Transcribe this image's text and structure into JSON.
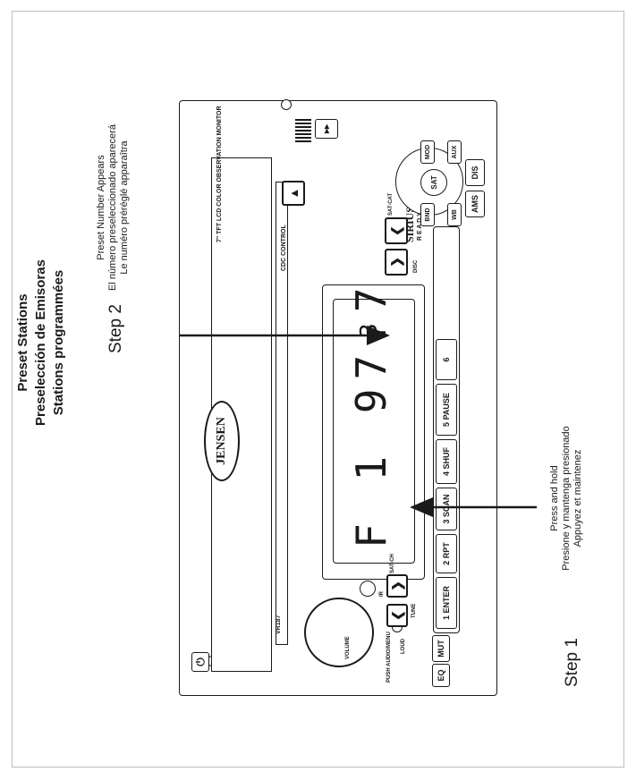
{
  "title": {
    "line1": "Preset Stations",
    "line2": "Preselección de Emisoras",
    "line3": "Stations programmées"
  },
  "step1": {
    "label": "Step 1",
    "caption_en": "Press and hold",
    "caption_es": "Presione y mantenga presionado",
    "caption_fr": "Appuyez et maintenez"
  },
  "step2": {
    "label": "Step 2",
    "caption_en": "Preset Number Appears",
    "caption_es": "El número preseleccionado aparecerá",
    "caption_fr": "Le numéro préréglé apparaîtra"
  },
  "radio": {
    "brand": "JENSEN",
    "model": "VR187",
    "monitor_label": "7\" TFT LCD COLOR OBSERVATION MONITOR",
    "cdc_control": "CDC CONTROL",
    "lcd_text": "F 1 97.7",
    "lcd_preset": "3",
    "volume_label": "VOLUME",
    "push_label": "PUSH AUDIO/MENU",
    "loud_label": "LOUD",
    "sat_ch": "SAT-CH",
    "tune": "TUNE",
    "sat_cat": "SAT-CAT",
    "disc": "DISC",
    "sirius": "SIRIUS",
    "ready": "R E A D Y",
    "ir_label": "IR",
    "buttons": {
      "eq": "EQ",
      "mut": "MUT",
      "p1": "1 ENTER",
      "p2": "2 RPT",
      "p3": "3 SCAN",
      "p4": "4 SHUF",
      "p5": "5 PAUSE",
      "p6": "6",
      "ams": "AMS",
      "dis": "DIS",
      "bnd": "BND",
      "mod": "MOD",
      "sat": "SAT",
      "wb": "WB",
      "aux": "AUX",
      "eject": "▲",
      "power": "⏻",
      "skip": "▸▸"
    }
  }
}
